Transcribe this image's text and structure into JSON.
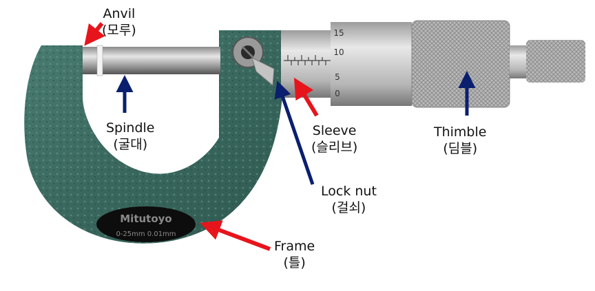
{
  "labels": {
    "anvil": {
      "en": "Anvil",
      "ko": "(모루)"
    },
    "spindle": {
      "en": "Spindle",
      "ko": "(굴대)"
    },
    "sleeve": {
      "en": "Sleeve",
      "ko": "(슬리브)"
    },
    "thimble": {
      "en": "Thimble",
      "ko": "(딤블)"
    },
    "lock_nut": {
      "en": "Lock nut",
      "ko": "(걸쇠)"
    },
    "frame": {
      "en": "Frame",
      "ko": "(틀)"
    }
  },
  "brand": {
    "name": "Mitutoyo",
    "spec": "0-25mm  0.01mm"
  },
  "scale": {
    "ticks": [
      "15",
      "10",
      "5",
      "0"
    ]
  },
  "colors": {
    "frame": "#3f6f64",
    "metal": "#c8c8c8",
    "arrow_red": "#e8141c",
    "arrow_blue": "#0a1f6e"
  }
}
